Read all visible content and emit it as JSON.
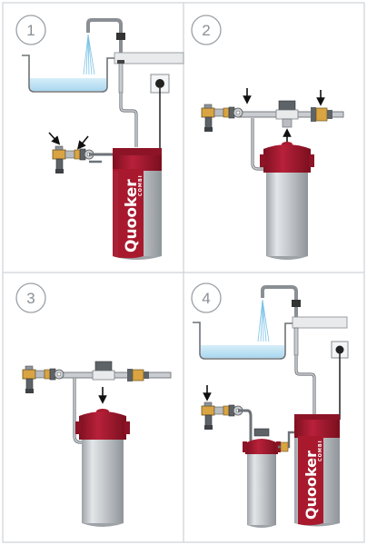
{
  "steps": [
    {
      "number": "1"
    },
    {
      "number": "2"
    },
    {
      "number": "3"
    },
    {
      "number": "4"
    }
  ],
  "brand": {
    "name": "Quooker",
    "sub": "COMBI"
  },
  "colors": {
    "frame": "#cfd3d6",
    "pipe": "#c9cdd1",
    "pipe_outline": "#6d7277",
    "water": "#bfe2f4",
    "tank_body": "#c7cbcf",
    "tank_red": "#a8192e",
    "brass": "#d9a441",
    "arrow": "#111111"
  }
}
